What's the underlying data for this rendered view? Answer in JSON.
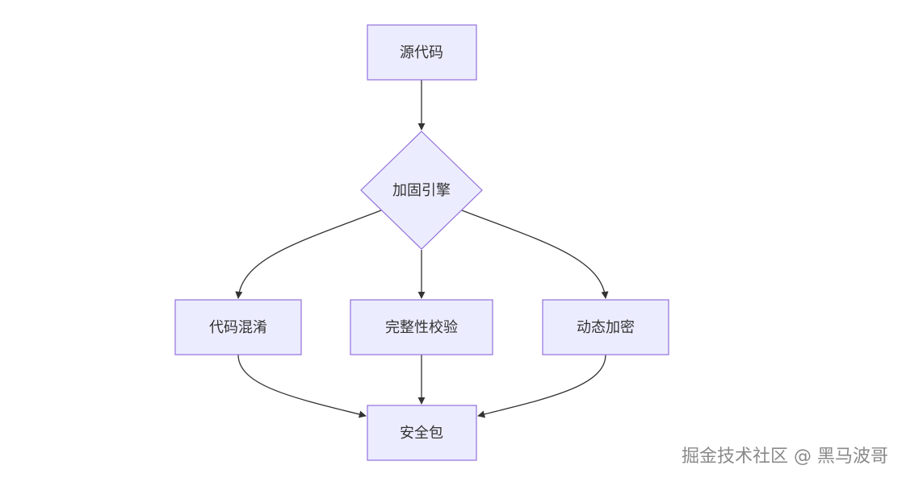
{
  "diagram": {
    "nodes": {
      "source": {
        "label": "源代码"
      },
      "engine": {
        "label": "加固引擎"
      },
      "obfuscation": {
        "label": "代码混淆"
      },
      "integrity": {
        "label": "完整性校验"
      },
      "encryption": {
        "label": "动态加密"
      },
      "package": {
        "label": "安全包"
      }
    },
    "edges": [
      {
        "from": "source",
        "to": "engine"
      },
      {
        "from": "engine",
        "to": "obfuscation"
      },
      {
        "from": "engine",
        "to": "integrity"
      },
      {
        "from": "engine",
        "to": "encryption"
      },
      {
        "from": "obfuscation",
        "to": "package"
      },
      {
        "from": "integrity",
        "to": "package"
      },
      {
        "from": "encryption",
        "to": "package"
      }
    ]
  },
  "watermark": {
    "text": "掘金技术社区 @ 黑马波哥"
  },
  "colors": {
    "node_fill": "#ECECFF",
    "node_stroke": "#9370DB",
    "edge": "#333333",
    "watermark": "#8a8a8a"
  }
}
